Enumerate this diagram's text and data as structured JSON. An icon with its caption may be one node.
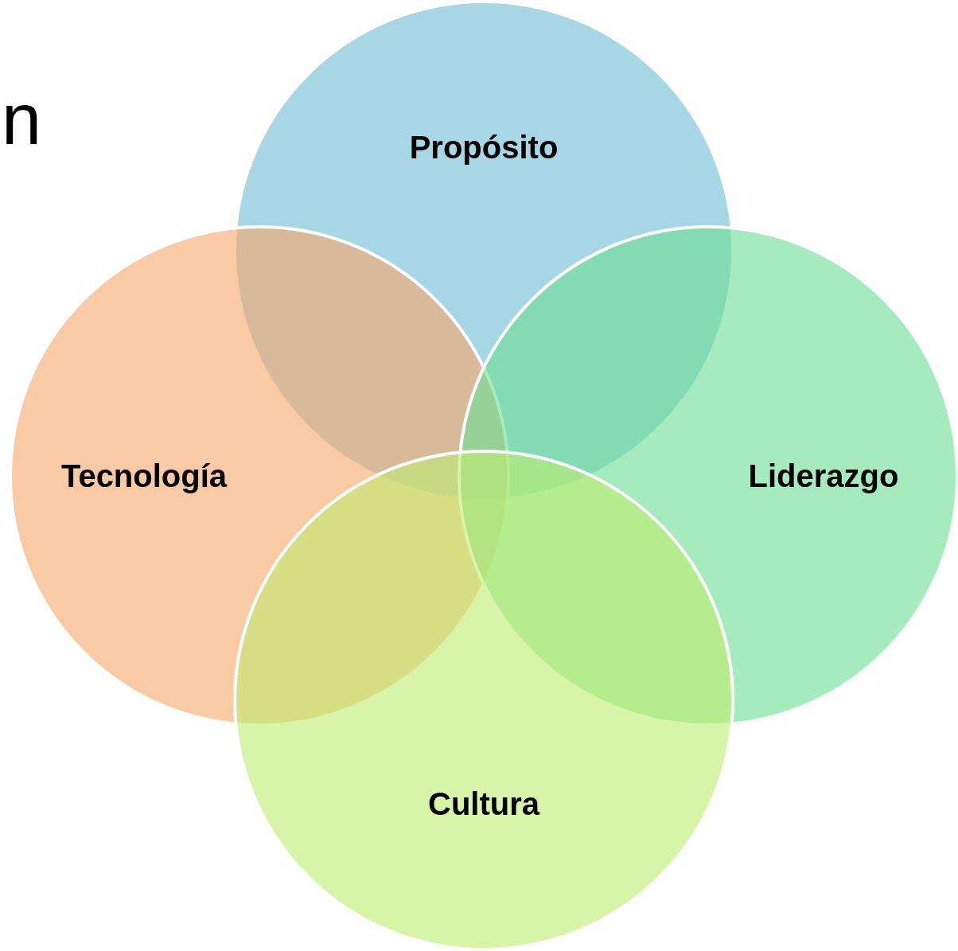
{
  "diagram": {
    "nodes": [
      {
        "text": [
          "Propósito"
        ]
      },
      {
        "text": [
          "Tecnología"
        ]
      },
      {
        "text": [
          "Liderazgo"
        ]
      },
      {
        "text": [
          "Cultura"
        ]
      }
    ],
    "labels": [
      "n"
    ]
  }
}
